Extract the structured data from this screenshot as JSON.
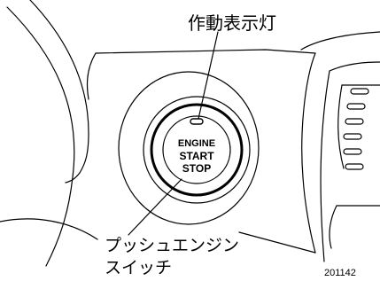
{
  "labels": {
    "indicator": "作動表示灯",
    "switch_line1": "プッシュエンジン",
    "switch_line2": "スイッチ",
    "figure_code": "201142"
  },
  "button": {
    "line1": "ENGINE",
    "line2": "START",
    "line3": "STOP"
  }
}
